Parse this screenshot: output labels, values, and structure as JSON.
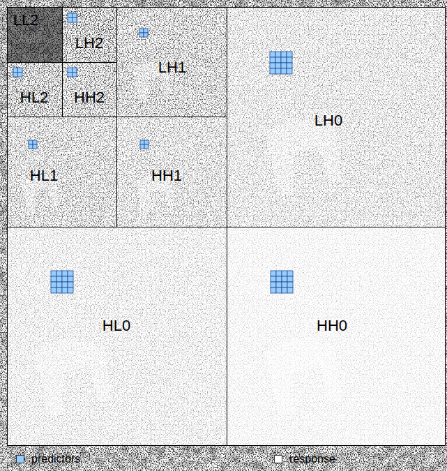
{
  "diagram": {
    "nodes": [
      {
        "text": [
          "LL2"
        ]
      },
      {
        "text": [
          "LH2"
        ]
      },
      {
        "text": [
          "HL2"
        ]
      },
      {
        "text": [
          "HH2"
        ]
      },
      {
        "text": [
          "LH1"
        ]
      },
      {
        "text": [
          "HL1"
        ]
      },
      {
        "text": [
          "HH1"
        ]
      },
      {
        "text": [
          "LH0"
        ]
      },
      {
        "text": [
          "HL0"
        ]
      },
      {
        "text": [
          "HH0"
        ]
      }
    ],
    "legend": [
      {
        "text": "predictors",
        "color": "#99ccff"
      },
      {
        "text": "response",
        "color": "#ffffff"
      }
    ]
  }
}
